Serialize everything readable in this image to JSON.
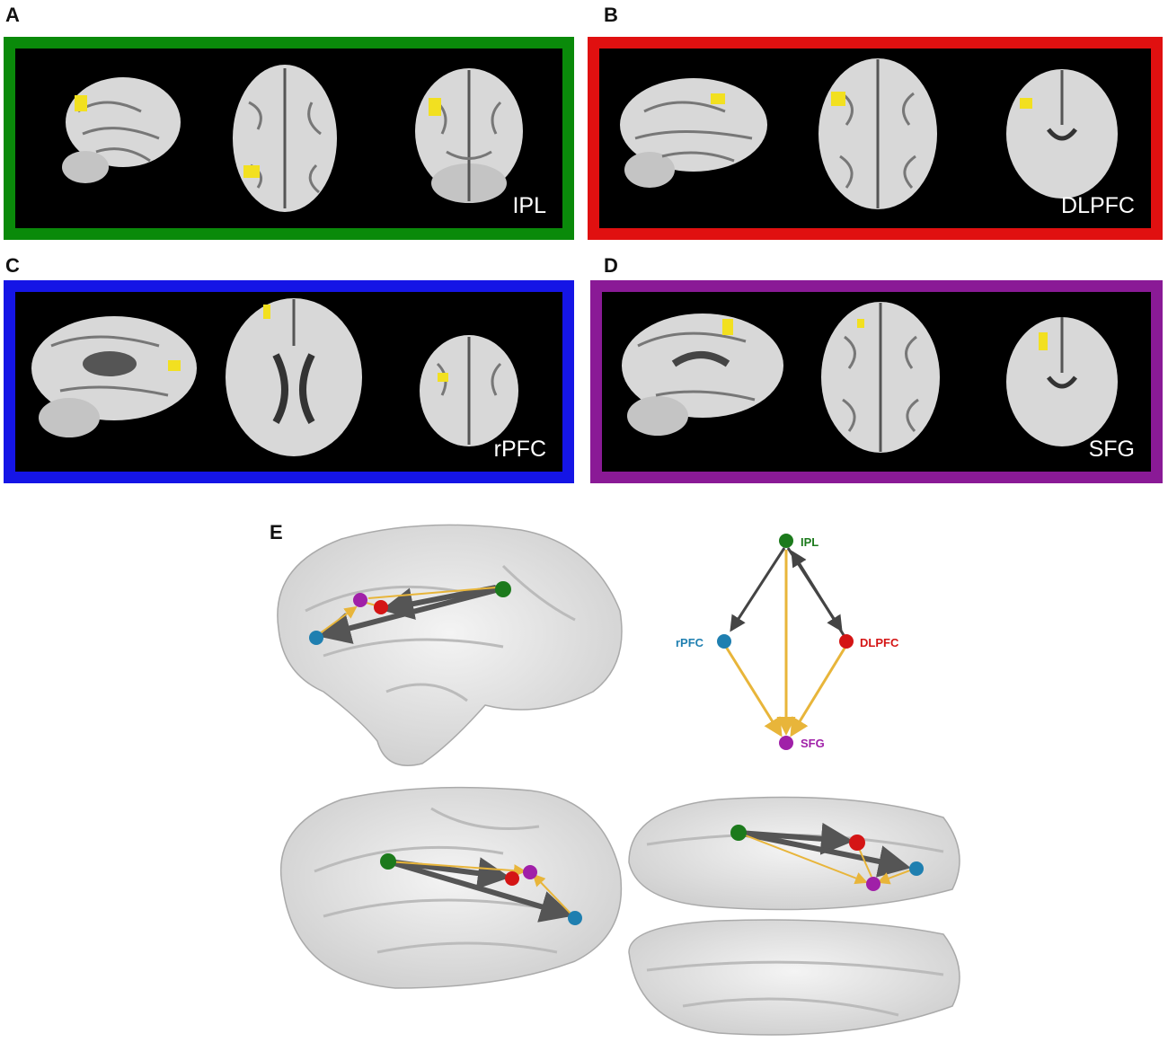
{
  "panels": [
    {
      "letter": "A",
      "region": "IPL",
      "color": "#0a8a0a"
    },
    {
      "letter": "B",
      "region": "DLPFC",
      "color": "#e01010"
    },
    {
      "letter": "C",
      "region": "rPFC",
      "color": "#1515e6"
    },
    {
      "letter": "D",
      "region": "SFG",
      "color": "#8a1a96"
    }
  ],
  "panel_e": {
    "letter": "E",
    "nodes": {
      "ipl": {
        "label": "IPL",
        "color": "#1c7a1c"
      },
      "rpfc": {
        "label": "rPFC",
        "color": "#1f7fb0"
      },
      "dlpfc": {
        "label": "DLPFC",
        "color": "#d41515"
      },
      "sfg": {
        "label": "SFG",
        "color": "#a020a8"
      }
    },
    "edge_colors": {
      "gray": "#444444",
      "gold": "#e8b53a"
    }
  }
}
